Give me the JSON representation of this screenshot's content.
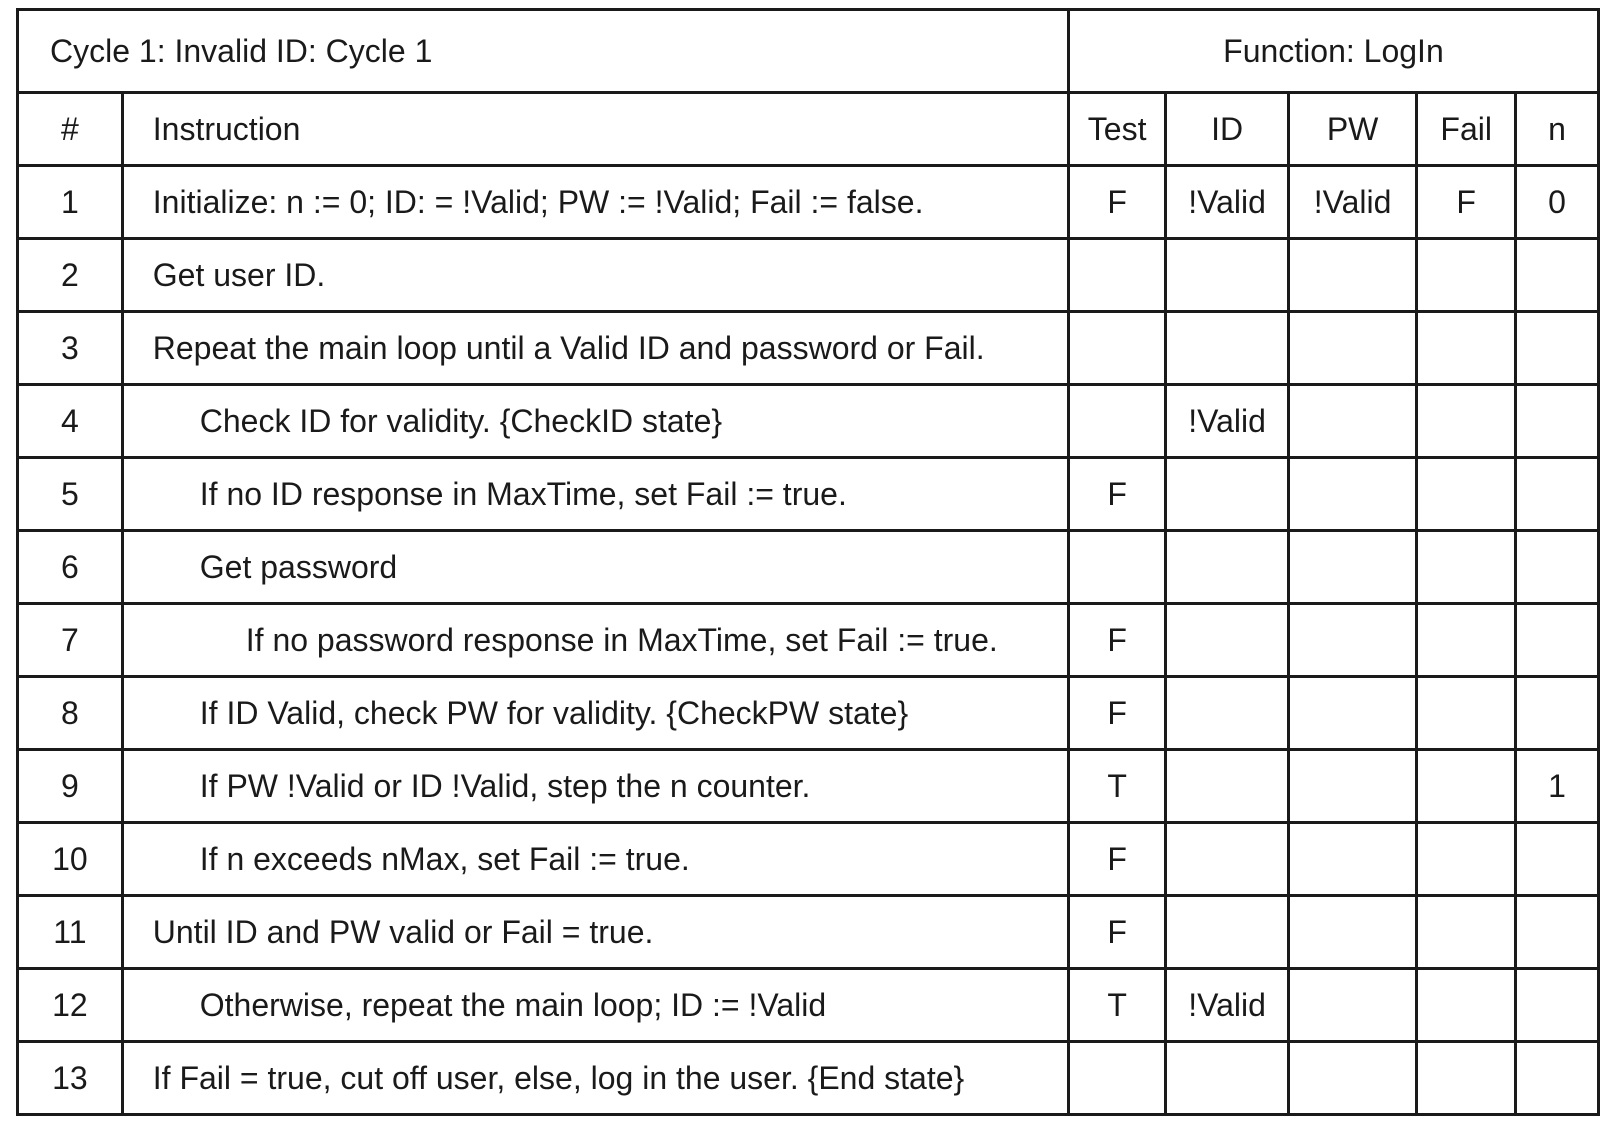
{
  "header": {
    "cycle_title": "Cycle 1: Invalid ID: Cycle 1",
    "function_title": "Function: LogIn"
  },
  "columns": {
    "num": "#",
    "instruction": "Instruction",
    "test": "Test",
    "id": "ID",
    "pw": "PW",
    "fail": "Fail",
    "n": "n"
  },
  "rows": [
    {
      "num": "1",
      "indent": 0,
      "instruction": "Initialize: n := 0; ID: = !Valid; PW := !Valid; Fail := false.",
      "test": "F",
      "id": "!Valid",
      "pw": "!Valid",
      "fail": "F",
      "n": "0"
    },
    {
      "num": "2",
      "indent": 0,
      "instruction": "Get user ID.",
      "test": "",
      "id": "",
      "pw": "",
      "fail": "",
      "n": ""
    },
    {
      "num": "3",
      "indent": 0,
      "instruction": "Repeat the main loop until a Valid ID and password or Fail.",
      "test": "",
      "id": "",
      "pw": "",
      "fail": "",
      "n": ""
    },
    {
      "num": "4",
      "indent": 1,
      "instruction": "Check ID for validity. {CheckID state}",
      "test": "",
      "id": "!Valid",
      "pw": "",
      "fail": "",
      "n": ""
    },
    {
      "num": "5",
      "indent": 1,
      "instruction": "If no ID response in MaxTime, set Fail := true.",
      "test": "F",
      "id": "",
      "pw": "",
      "fail": "",
      "n": ""
    },
    {
      "num": "6",
      "indent": 1,
      "instruction": "Get password",
      "test": "",
      "id": "",
      "pw": "",
      "fail": "",
      "n": ""
    },
    {
      "num": "7",
      "indent": 2,
      "instruction": "If no password response in MaxTime, set Fail := true.",
      "test": "F",
      "id": "",
      "pw": "",
      "fail": "",
      "n": ""
    },
    {
      "num": "8",
      "indent": 1,
      "instruction": "If ID Valid, check PW for validity. {CheckPW state}",
      "test": "F",
      "id": "",
      "pw": "",
      "fail": "",
      "n": ""
    },
    {
      "num": "9",
      "indent": 1,
      "instruction": "If PW !Valid or ID !Valid, step the n counter.",
      "test": "T",
      "id": "",
      "pw": "",
      "fail": "",
      "n": "1"
    },
    {
      "num": "10",
      "indent": 1,
      "instruction": "If n exceeds nMax, set Fail := true.",
      "test": "F",
      "id": "",
      "pw": "",
      "fail": "",
      "n": ""
    },
    {
      "num": "11",
      "indent": 0,
      "instruction": "Until ID and PW valid or Fail = true.",
      "test": "F",
      "id": "",
      "pw": "",
      "fail": "",
      "n": ""
    },
    {
      "num": "12",
      "indent": 1,
      "instruction": "Otherwise, repeat the main loop; ID := !Valid",
      "test": "T",
      "id": "!Valid",
      "pw": "",
      "fail": "",
      "n": ""
    },
    {
      "num": "13",
      "indent": 0,
      "instruction": "If Fail = true, cut off user, else, log in the user. {End state}",
      "test": "",
      "id": "",
      "pw": "",
      "fail": "",
      "n": ""
    }
  ]
}
